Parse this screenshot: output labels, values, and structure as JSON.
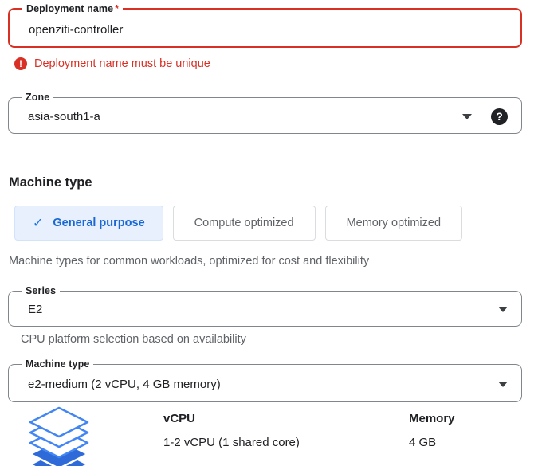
{
  "colors": {
    "error_red": "#d93025",
    "accent_blue": "#1967d2",
    "tab_selected_bg": "#e8f0fe",
    "icon_outline_blue": "#4285f4",
    "icon_fill_blue": "#2e6bd8",
    "muted_text": "#5f6368",
    "field_border": "#80868b"
  },
  "icons": {
    "check": "✓",
    "help": "?",
    "error": "!"
  },
  "deployment": {
    "label": "Deployment name",
    "required": "*",
    "value": "openziti-controller",
    "error": "Deployment name must be unique"
  },
  "zone": {
    "label": "Zone",
    "value": "asia-south1-a"
  },
  "machine": {
    "heading": "Machine type",
    "tabs": [
      {
        "label": "General purpose",
        "selected": true
      },
      {
        "label": "Compute optimized",
        "selected": false
      },
      {
        "label": "Memory optimized",
        "selected": false
      }
    ],
    "description": "Machine types for common workloads, optimized for cost and flexibility",
    "series": {
      "label": "Series",
      "value": "E2"
    },
    "series_helper": "CPU platform selection based on availability",
    "machine_type": {
      "label": "Machine type",
      "value": "e2-medium (2 vCPU, 4 GB memory)"
    },
    "specs": {
      "vcpu_header": "vCPU",
      "vcpu_value": "1-2 vCPU (1 shared core)",
      "memory_header": "Memory",
      "memory_value": "4 GB"
    }
  }
}
